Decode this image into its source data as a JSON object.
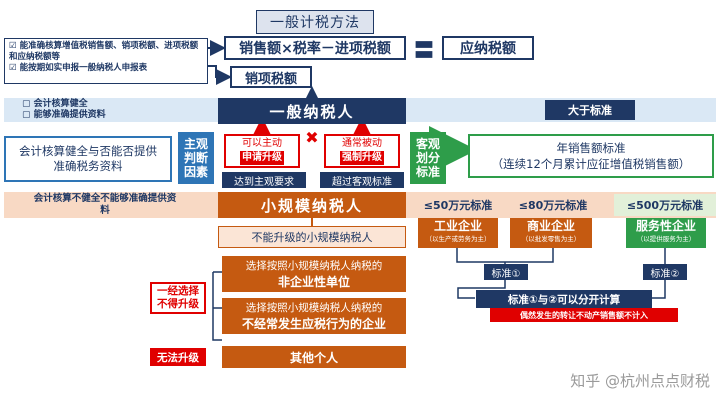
{
  "top": {
    "method_title": "一般计税方法",
    "formula_left": "销售额×税率－进项税额",
    "equals": "〓",
    "formula_right": "应纳税额",
    "output_tax": "销项税额",
    "conditions": [
      "能准确核算增值税销售额、销项税额、进项税额和应纳税额等",
      "能按期如实申报一般纳税人申报表"
    ]
  },
  "general_row": {
    "left_items": [
      "会计核算健全",
      "能够准确提供资料"
    ],
    "title": "一般纳税人",
    "right_label": "大于标准"
  },
  "left_panel": {
    "text": "会计核算健全与否能否提供准确税务资料",
    "subjective": "主观判断因素",
    "bottom_text": "会计核算不健全不能够准确提供资料"
  },
  "center": {
    "upgrade_active": "可以主动申请升级",
    "upgrade_active_line1": "可以主动",
    "upgrade_active_line2": "申请升级",
    "upgrade_forced_line1": "通常被动",
    "upgrade_forced_line2": "强制升级",
    "reach_subjective": "达到主观要求",
    "exceed_objective": "超过客观标准",
    "x_mark": "✖"
  },
  "right_panel": {
    "objective": "客观划分标准",
    "standard_title": "年销售额标准",
    "standard_note": "（连续12个月累计应征增值税销售额）"
  },
  "small_row": {
    "title": "小规模纳税人",
    "thresholds": [
      "≤50万元标准",
      "≤80万元标准",
      "≤500万元标准"
    ]
  },
  "industries": [
    {
      "name": "工业企业",
      "note": "（以生产或劳务为主）"
    },
    {
      "name": "商业企业",
      "note": "（以批发零售为主）"
    },
    {
      "name": "服务性企业",
      "note": "（以提供服务为主）"
    }
  ],
  "standards": {
    "std1": "标准①",
    "std2": "标准②",
    "combined": "标准①与②可以分开计算",
    "note": "偶然发生的转让不动产销售额不计入"
  },
  "lower": {
    "cannot_upgrade_title": "不能升级的小规模纳税人",
    "option1_line1": "选择按照小规模纳税人纳税的",
    "option1_line2": "非企业性单位",
    "option2_line1": "选择按照小规模纳税人纳税的",
    "option2_line2": "不经常发生应税行为的企业",
    "once_chosen": "一经选择不得升级",
    "no_upgrade": "无法升级",
    "individual": "其他个人"
  },
  "watermark": "知乎 @杭州点点财税",
  "colors": {
    "navy": "#1f3864",
    "blue": "#2e75b6",
    "green": "#2e9d4a",
    "brown": "#c55a11",
    "red": "#e00000"
  }
}
